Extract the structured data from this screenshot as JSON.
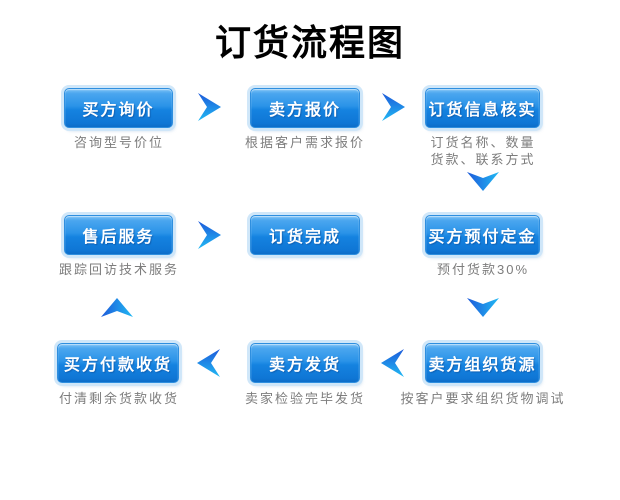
{
  "title": "订货流程图",
  "nodes": {
    "buyer_inquiry": {
      "label": "买方询价",
      "caption": "咨询型号价位"
    },
    "seller_quote": {
      "label": "卖方报价",
      "caption": "根据客户需求报价"
    },
    "order_info_verify": {
      "label": "订货信息核实",
      "caption_line1": "订货名称、数量",
      "caption_line2": "货款、联系方式"
    },
    "after_sales": {
      "label": "售后服务",
      "caption": "跟踪回访技术服务"
    },
    "order_complete": {
      "label": "订货完成",
      "caption": ""
    },
    "buyer_deposit": {
      "label": "买方预付定金",
      "caption": "预付货款30%"
    },
    "buyer_pay_receive": {
      "label": "买方付款收货",
      "caption": "付清剩余货款收货"
    },
    "seller_ship": {
      "label": "卖方发货",
      "caption": "卖家检验完毕发货"
    },
    "seller_source": {
      "label": "卖方组织货源",
      "caption": "按客户要求组织货物调试"
    }
  },
  "arrows": [
    {
      "from": "buyer_inquiry",
      "to": "seller_quote",
      "direction": "right"
    },
    {
      "from": "seller_quote",
      "to": "order_info_verify",
      "direction": "right"
    },
    {
      "from": "order_info_verify",
      "to": "buyer_deposit",
      "direction": "down"
    },
    {
      "from": "buyer_deposit",
      "to": "seller_source",
      "direction": "down"
    },
    {
      "from": "seller_source",
      "to": "seller_ship",
      "direction": "left"
    },
    {
      "from": "seller_ship",
      "to": "buyer_pay_receive",
      "direction": "left"
    },
    {
      "from": "buyer_pay_receive",
      "to": "after_sales",
      "direction": "up"
    },
    {
      "from": "after_sales",
      "to": "order_complete",
      "direction": "right"
    }
  ],
  "colors": {
    "button_gradient_top": "#7cc2f6",
    "button_gradient_bottom": "#0d6dc8",
    "button_border": "#2f8fdf",
    "button_text": "#ffffff",
    "arrow_dark_blue": "#1d5ada",
    "arrow_cyan": "#21b9f3",
    "caption_text": "#7d7d7d",
    "title_text": "#000000",
    "background": "#ffffff"
  }
}
